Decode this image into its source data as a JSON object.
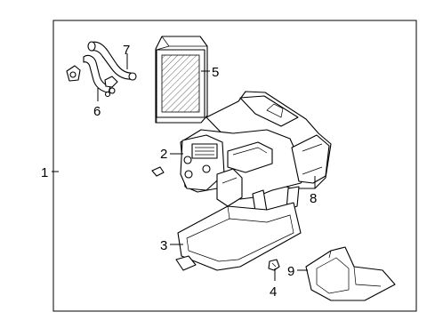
{
  "diagram": {
    "callouts": [
      {
        "id": "1",
        "text": "1"
      },
      {
        "id": "2",
        "text": "2"
      },
      {
        "id": "3",
        "text": "3"
      },
      {
        "id": "4",
        "text": "4"
      },
      {
        "id": "5",
        "text": "5"
      },
      {
        "id": "6",
        "text": "6"
      },
      {
        "id": "7",
        "text": "7"
      },
      {
        "id": "8",
        "text": "8"
      },
      {
        "id": "9",
        "text": "9"
      }
    ]
  }
}
